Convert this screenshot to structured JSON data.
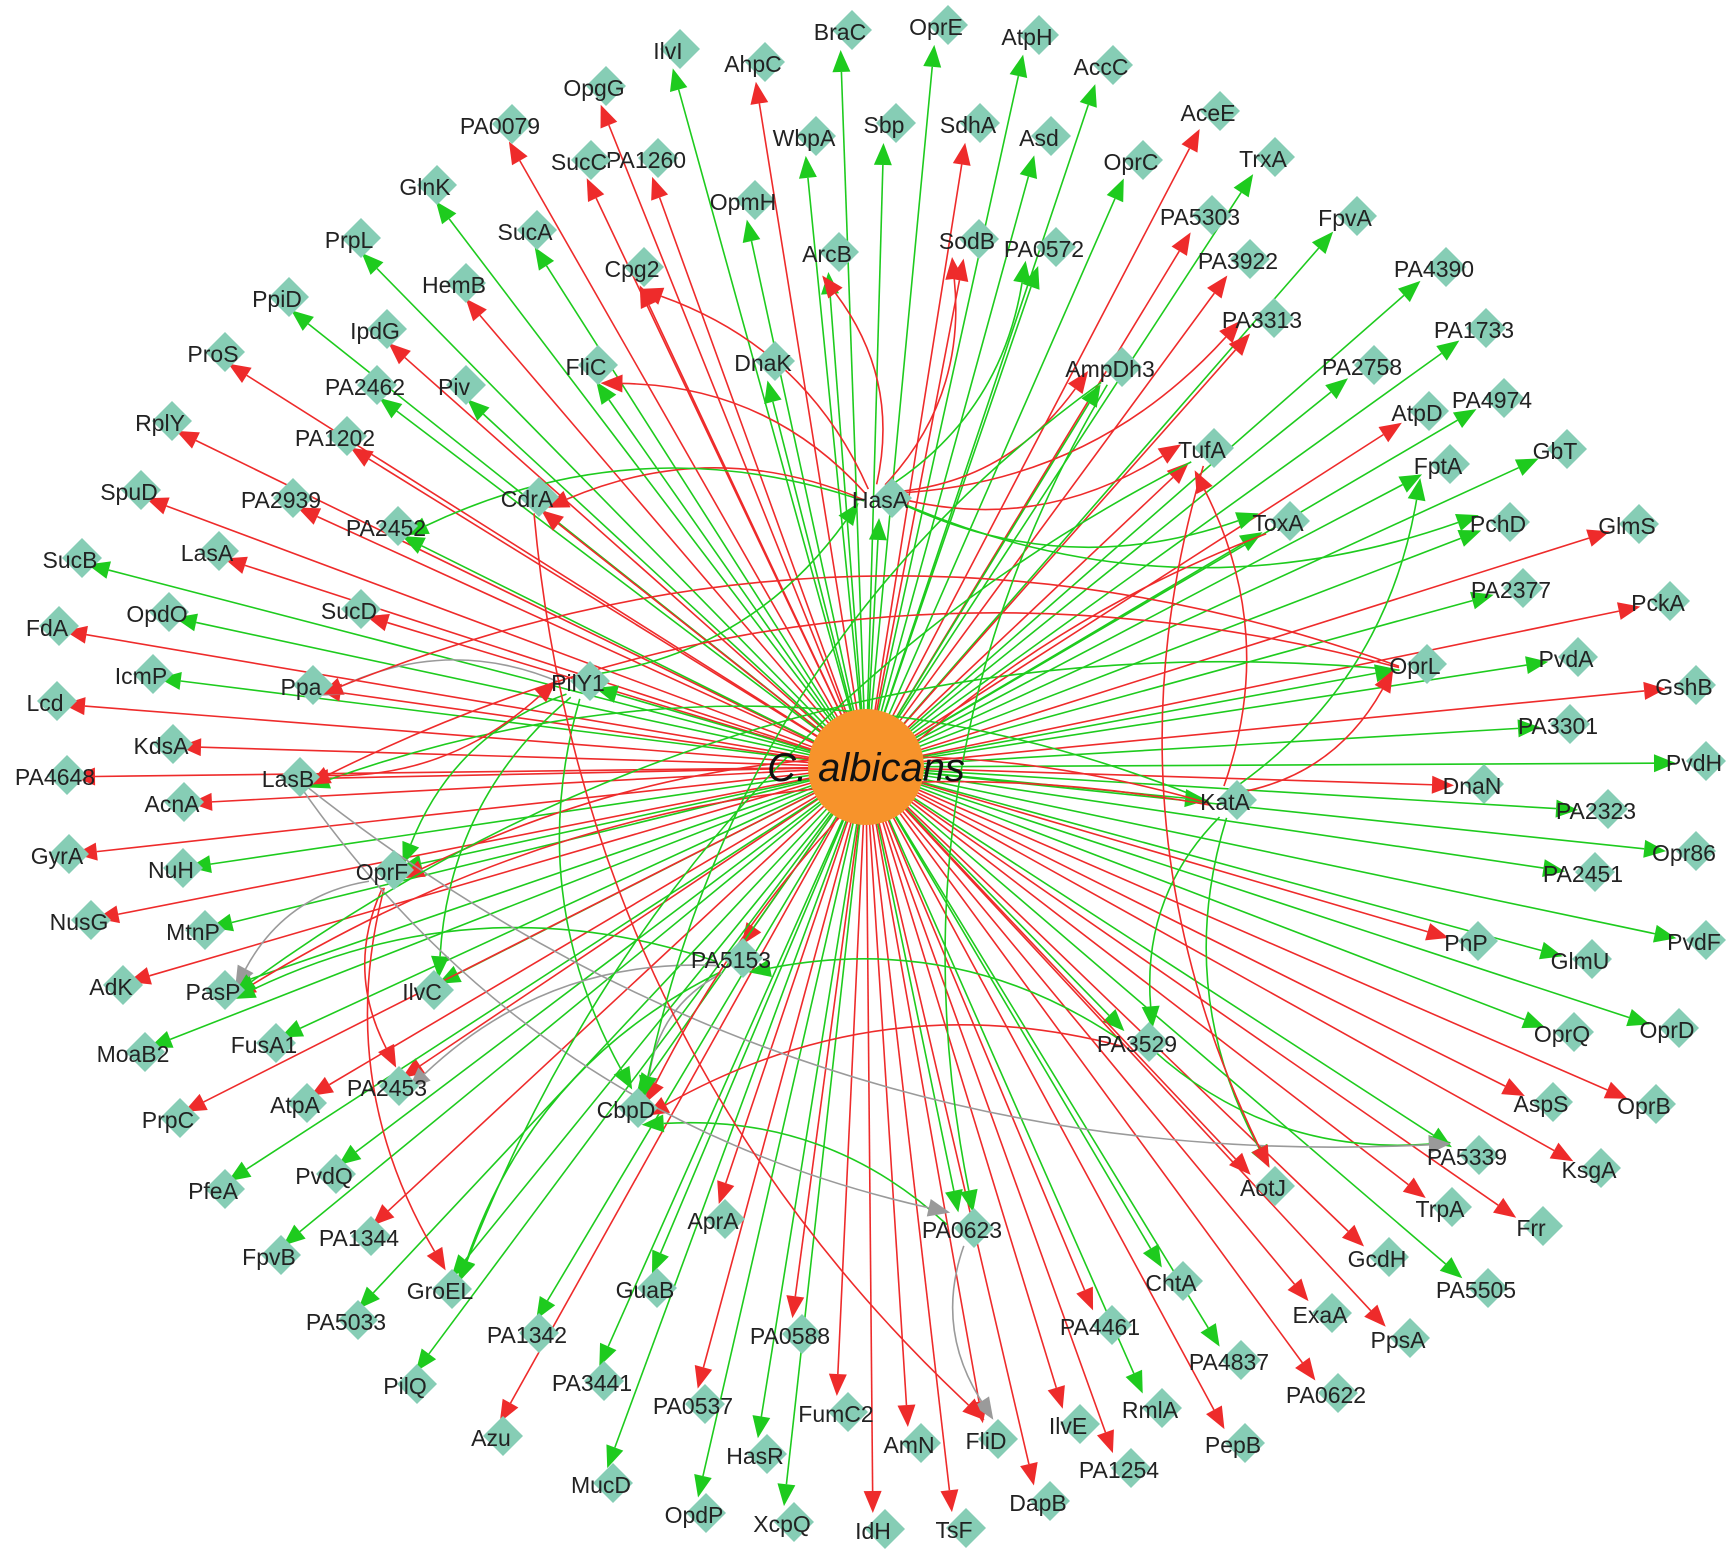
{
  "colors": {
    "up": "#ee2b2b",
    "down": "#1ecb1e",
    "other": "#9a9a9a",
    "hub": "#f7932b",
    "node": "#86cdb5"
  },
  "hub": {
    "label": "C. albicans"
  },
  "nodes": [
    "IlvI",
    "AhpC",
    "BraC",
    "OprE",
    "AtpH",
    "AccC",
    "OpgG",
    "PA0079",
    "PA1260",
    "WbpA",
    "Sbp",
    "SdhA",
    "Asd",
    "AceE",
    "GlnK",
    "SucC",
    "OpmH",
    "ArcB",
    "SodB",
    "OprC",
    "TrxA",
    "PrpL",
    "SucA",
    "Cpg2",
    "PA0572",
    "PA5303",
    "FpvA",
    "PpiD",
    "HemB",
    "IpdG",
    "DnaK",
    "PA3922",
    "PA4390",
    "ProS",
    "PA2462",
    "Piv",
    "FliC",
    "AmpDh3",
    "PA3313",
    "PA1733",
    "RplY",
    "PA1202",
    "PA2758",
    "AtpD",
    "PA4974",
    "SpuD",
    "PA2939",
    "CdrA",
    "HasA",
    "TufA",
    "FptA",
    "GbT",
    "SucB",
    "LasA",
    "PA2452",
    "ToxA",
    "PchD",
    "GlmS",
    "FdA",
    "OpdO",
    "SucD",
    "PA2377",
    "PckA",
    "IcmP",
    "Ppa",
    "PilY1",
    "OprL",
    "PvdA",
    "GshB",
    "Lcd",
    "KdsA",
    "PA3301",
    "PvdH",
    "PA4648",
    "LasB",
    "AcnA",
    "KatA",
    "DnaN",
    "PA2323",
    "GyrA",
    "NuH",
    "Opr86",
    "OprF",
    "PA2451",
    "NusG",
    "MtnP",
    "PvdF",
    "PnP",
    "GlmU",
    "AdK",
    "PasP",
    "PA5153",
    "IlvC",
    "MoaB2",
    "FusA1",
    "OprQ",
    "OprD",
    "PA3529",
    "PrpC",
    "AtpA",
    "PA2453",
    "AspS",
    "OprB",
    "CbpD",
    "PfeA",
    "PvdQ",
    "PA5339",
    "KsgA",
    "AotJ",
    "TrpA",
    "Frr",
    "AprA",
    "PA0623",
    "PA1344",
    "FpvB",
    "GcdH",
    "GroEL",
    "ChtA",
    "PA5505",
    "PA5033",
    "GuaB",
    "PA4461",
    "ExaA",
    "PA1342",
    "PA0588",
    "PA4837",
    "PpsA",
    "PA0622",
    "PA3441",
    "PA0537",
    "PilQ",
    "FumC2",
    "Azu",
    "HasR",
    "AmN",
    "FliD",
    "IlvE",
    "RmlA",
    "PA1254",
    "PepB",
    "MucD",
    "OpdP",
    "XcpQ",
    "IdH",
    "TsF",
    "DapB"
  ],
  "edges": [
    {
      "from": "hub",
      "to": "IlvI",
      "type": "down"
    },
    {
      "from": "hub",
      "to": "AhpC",
      "type": "up"
    },
    {
      "from": "hub",
      "to": "BraC",
      "type": "down"
    },
    {
      "from": "hub",
      "to": "OprE",
      "type": "down"
    },
    {
      "from": "hub",
      "to": "AtpH",
      "type": "down"
    },
    {
      "from": "hub",
      "to": "AccC",
      "type": "down"
    },
    {
      "from": "hub",
      "to": "OpgG",
      "type": "up"
    },
    {
      "from": "hub",
      "to": "PA0079",
      "type": "up"
    },
    {
      "from": "hub",
      "to": "PA1260",
      "type": "up"
    },
    {
      "from": "hub",
      "to": "WbpA",
      "type": "down"
    },
    {
      "from": "hub",
      "to": "Sbp",
      "type": "down"
    },
    {
      "from": "hub",
      "to": "SdhA",
      "type": "up"
    },
    {
      "from": "hub",
      "to": "Asd",
      "type": "down"
    },
    {
      "from": "hub",
      "to": "AceE",
      "type": "up"
    },
    {
      "from": "hub",
      "to": "GlnK",
      "type": "down"
    },
    {
      "from": "hub",
      "to": "SucC",
      "type": "up"
    },
    {
      "from": "hub",
      "to": "OpmH",
      "type": "down"
    },
    {
      "from": "hub",
      "to": "ArcB",
      "type": "down"
    },
    {
      "from": "hub",
      "to": "SodB",
      "type": "up"
    },
    {
      "from": "hub",
      "to": "OprC",
      "type": "down"
    },
    {
      "from": "hub",
      "to": "TrxA",
      "type": "down"
    },
    {
      "from": "hub",
      "to": "PrpL",
      "type": "down"
    },
    {
      "from": "hub",
      "to": "SucA",
      "type": "down"
    },
    {
      "from": "hub",
      "to": "Cpg2",
      "type": "up"
    },
    {
      "from": "hub",
      "to": "PA0572",
      "type": "down"
    },
    {
      "from": "hub",
      "to": "PA5303",
      "type": "up"
    },
    {
      "from": "hub",
      "to": "FpvA",
      "type": "down"
    },
    {
      "from": "hub",
      "to": "PpiD",
      "type": "down"
    },
    {
      "from": "hub",
      "to": "HemB",
      "type": "up"
    },
    {
      "from": "hub",
      "to": "IpdG",
      "type": "up"
    },
    {
      "from": "hub",
      "to": "DnaK",
      "type": "down"
    },
    {
      "from": "hub",
      "to": "PA3922",
      "type": "up"
    },
    {
      "from": "hub",
      "to": "PA4390",
      "type": "down"
    },
    {
      "from": "hub",
      "to": "ProS",
      "type": "up"
    },
    {
      "from": "hub",
      "to": "PA2462",
      "type": "down"
    },
    {
      "from": "hub",
      "to": "Piv",
      "type": "down"
    },
    {
      "from": "hub",
      "to": "FliC",
      "type": "down"
    },
    {
      "from": "hub",
      "to": "AmpDh3",
      "type": "down"
    },
    {
      "from": "hub",
      "to": "PA3313",
      "type": "up"
    },
    {
      "from": "hub",
      "to": "PA1733",
      "type": "down"
    },
    {
      "from": "hub",
      "to": "RplY",
      "type": "up"
    },
    {
      "from": "hub",
      "to": "PA1202",
      "type": "up"
    },
    {
      "from": "hub",
      "to": "PA2758",
      "type": "down"
    },
    {
      "from": "hub",
      "to": "AtpD",
      "type": "up"
    },
    {
      "from": "hub",
      "to": "PA4974",
      "type": "down"
    },
    {
      "from": "hub",
      "to": "SpuD",
      "type": "up"
    },
    {
      "from": "hub",
      "to": "PA2939",
      "type": "up"
    },
    {
      "from": "hub",
      "to": "CdrA",
      "type": "up"
    },
    {
      "from": "hub",
      "to": "HasA",
      "type": "down"
    },
    {
      "from": "hub",
      "to": "TufA",
      "type": "up"
    },
    {
      "from": "hub",
      "to": "FptA",
      "type": "down"
    },
    {
      "from": "hub",
      "to": "GbT",
      "type": "down"
    },
    {
      "from": "hub",
      "to": "SucB",
      "type": "down"
    },
    {
      "from": "hub",
      "to": "LasA",
      "type": "up"
    },
    {
      "from": "hub",
      "to": "PA2452",
      "type": "down"
    },
    {
      "from": "hub",
      "to": "ToxA",
      "type": "down"
    },
    {
      "from": "hub",
      "to": "PchD",
      "type": "down"
    },
    {
      "from": "hub",
      "to": "GlmS",
      "type": "up"
    },
    {
      "from": "hub",
      "to": "FdA",
      "type": "up"
    },
    {
      "from": "hub",
      "to": "OpdO",
      "type": "down"
    },
    {
      "from": "hub",
      "to": "SucD",
      "type": "up"
    },
    {
      "from": "hub",
      "to": "PA2377",
      "type": "down"
    },
    {
      "from": "hub",
      "to": "PckA",
      "type": "up"
    },
    {
      "from": "hub",
      "to": "IcmP",
      "type": "down"
    },
    {
      "from": "hub",
      "to": "Ppa",
      "type": "up"
    },
    {
      "from": "hub",
      "to": "PilY1",
      "type": "down"
    },
    {
      "from": "hub",
      "to": "OprL",
      "type": "down"
    },
    {
      "from": "hub",
      "to": "PvdA",
      "type": "down"
    },
    {
      "from": "hub",
      "to": "GshB",
      "type": "up"
    },
    {
      "from": "hub",
      "to": "Lcd",
      "type": "up"
    },
    {
      "from": "hub",
      "to": "KdsA",
      "type": "up"
    },
    {
      "from": "hub",
      "to": "PA3301",
      "type": "down"
    },
    {
      "from": "hub",
      "to": "PvdH",
      "type": "down"
    },
    {
      "from": "hub",
      "to": "PA4648",
      "type": "up"
    },
    {
      "from": "hub",
      "to": "LasB",
      "type": "up"
    },
    {
      "from": "hub",
      "to": "AcnA",
      "type": "up"
    },
    {
      "from": "hub",
      "to": "KatA",
      "type": "down"
    },
    {
      "from": "hub",
      "to": "DnaN",
      "type": "up"
    },
    {
      "from": "hub",
      "to": "PA2323",
      "type": "down"
    },
    {
      "from": "hub",
      "to": "GyrA",
      "type": "up"
    },
    {
      "from": "hub",
      "to": "NuH",
      "type": "down"
    },
    {
      "from": "hub",
      "to": "Opr86",
      "type": "down"
    },
    {
      "from": "hub",
      "to": "OprF",
      "type": "down"
    },
    {
      "from": "hub",
      "to": "PA2451",
      "type": "down"
    },
    {
      "from": "hub",
      "to": "NusG",
      "type": "up"
    },
    {
      "from": "hub",
      "to": "MtnP",
      "type": "down"
    },
    {
      "from": "hub",
      "to": "PvdF",
      "type": "down"
    },
    {
      "from": "hub",
      "to": "PnP",
      "type": "up"
    },
    {
      "from": "hub",
      "to": "GlmU",
      "type": "down"
    },
    {
      "from": "hub",
      "to": "AdK",
      "type": "up"
    },
    {
      "from": "hub",
      "to": "PasP",
      "type": "down"
    },
    {
      "from": "hub",
      "to": "PA5153",
      "type": "up"
    },
    {
      "from": "hub",
      "to": "IlvC",
      "type": "down"
    },
    {
      "from": "hub",
      "to": "MoaB2",
      "type": "down"
    },
    {
      "from": "hub",
      "to": "FusA1",
      "type": "down"
    },
    {
      "from": "hub",
      "to": "OprQ",
      "type": "down"
    },
    {
      "from": "hub",
      "to": "OprD",
      "type": "down"
    },
    {
      "from": "hub",
      "to": "PA3529",
      "type": "down"
    },
    {
      "from": "hub",
      "to": "PrpC",
      "type": "up"
    },
    {
      "from": "hub",
      "to": "AtpA",
      "type": "up"
    },
    {
      "from": "hub",
      "to": "PA2453",
      "type": "up"
    },
    {
      "from": "hub",
      "to": "AspS",
      "type": "up"
    },
    {
      "from": "hub",
      "to": "OprB",
      "type": "up"
    },
    {
      "from": "hub",
      "to": "CbpD",
      "type": "down"
    },
    {
      "from": "hub",
      "to": "PfeA",
      "type": "down"
    },
    {
      "from": "hub",
      "to": "PvdQ",
      "type": "down"
    },
    {
      "from": "hub",
      "to": "PA5339",
      "type": "down"
    },
    {
      "from": "hub",
      "to": "KsgA",
      "type": "up"
    },
    {
      "from": "hub",
      "to": "AotJ",
      "type": "up"
    },
    {
      "from": "hub",
      "to": "TrpA",
      "type": "up"
    },
    {
      "from": "hub",
      "to": "Frr",
      "type": "up"
    },
    {
      "from": "hub",
      "to": "AprA",
      "type": "up"
    },
    {
      "from": "hub",
      "to": "PA0623",
      "type": "down"
    },
    {
      "from": "hub",
      "to": "PA1344",
      "type": "up"
    },
    {
      "from": "hub",
      "to": "FpvB",
      "type": "down"
    },
    {
      "from": "hub",
      "to": "GcdH",
      "type": "up"
    },
    {
      "from": "hub",
      "to": "GroEL",
      "type": "down"
    },
    {
      "from": "hub",
      "to": "ChtA",
      "type": "down"
    },
    {
      "from": "hub",
      "to": "PA5505",
      "type": "down"
    },
    {
      "from": "hub",
      "to": "PA5033",
      "type": "down"
    },
    {
      "from": "hub",
      "to": "GuaB",
      "type": "down"
    },
    {
      "from": "hub",
      "to": "PA4461",
      "type": "up"
    },
    {
      "from": "hub",
      "to": "ExaA",
      "type": "up"
    },
    {
      "from": "hub",
      "to": "PA1342",
      "type": "down"
    },
    {
      "from": "hub",
      "to": "PA0588",
      "type": "up"
    },
    {
      "from": "hub",
      "to": "PA4837",
      "type": "down"
    },
    {
      "from": "hub",
      "to": "PpsA",
      "type": "up"
    },
    {
      "from": "hub",
      "to": "PA0622",
      "type": "up"
    },
    {
      "from": "hub",
      "to": "PA3441",
      "type": "down"
    },
    {
      "from": "hub",
      "to": "PA0537",
      "type": "up"
    },
    {
      "from": "hub",
      "to": "PilQ",
      "type": "down"
    },
    {
      "from": "hub",
      "to": "FumC2",
      "type": "up"
    },
    {
      "from": "hub",
      "to": "Azu",
      "type": "up"
    },
    {
      "from": "hub",
      "to": "HasR",
      "type": "down"
    },
    {
      "from": "hub",
      "to": "AmN",
      "type": "up"
    },
    {
      "from": "hub",
      "to": "FliD",
      "type": "up"
    },
    {
      "from": "hub",
      "to": "IlvE",
      "type": "up"
    },
    {
      "from": "hub",
      "to": "RmlA",
      "type": "down"
    },
    {
      "from": "hub",
      "to": "PA1254",
      "type": "up"
    },
    {
      "from": "hub",
      "to": "PepB",
      "type": "up"
    },
    {
      "from": "hub",
      "to": "MucD",
      "type": "down"
    },
    {
      "from": "hub",
      "to": "OpdP",
      "type": "down"
    },
    {
      "from": "hub",
      "to": "XcpQ",
      "type": "down"
    },
    {
      "from": "hub",
      "to": "IdH",
      "type": "up"
    },
    {
      "from": "hub",
      "to": "TsF",
      "type": "up"
    },
    {
      "from": "hub",
      "to": "DapB",
      "type": "up"
    },
    {
      "from": "HasA",
      "to": "SodB",
      "type": "up"
    },
    {
      "from": "HasA",
      "to": "ArcB",
      "type": "up"
    },
    {
      "from": "HasA",
      "to": "PA0572",
      "type": "down"
    },
    {
      "from": "HasA",
      "to": "AmpDh3",
      "type": "up"
    },
    {
      "from": "HasA",
      "to": "PA3313",
      "type": "up"
    },
    {
      "from": "HasA",
      "to": "Cpg2",
      "type": "up"
    },
    {
      "from": "HasA",
      "to": "FliC",
      "type": "up"
    },
    {
      "from": "HasA",
      "to": "ToxA",
      "type": "down"
    },
    {
      "from": "HasA",
      "to": "CdrA",
      "type": "up"
    },
    {
      "from": "HasA",
      "to": "TufA",
      "type": "up"
    },
    {
      "from": "HasA",
      "to": "PA2452",
      "type": "down"
    },
    {
      "from": "HasA",
      "to": "PchD",
      "type": "down"
    },
    {
      "from": "KatA",
      "to": "OprL",
      "type": "up"
    },
    {
      "from": "KatA",
      "to": "FptA",
      "type": "down"
    },
    {
      "from": "KatA",
      "to": "TufA",
      "type": "up"
    },
    {
      "from": "KatA",
      "to": "PA3529",
      "type": "down"
    },
    {
      "from": "KatA",
      "to": "PasP",
      "type": "up"
    },
    {
      "from": "KatA",
      "to": "AotJ",
      "type": "down"
    },
    {
      "from": "KatA",
      "to": "OprF",
      "type": "up"
    },
    {
      "from": "KatA",
      "to": "LasB",
      "type": "down"
    },
    {
      "from": "PilY1",
      "to": "Ppa",
      "type": "other"
    },
    {
      "from": "PilY1",
      "to": "IlvC",
      "type": "down"
    },
    {
      "from": "PilY1",
      "to": "CbpD",
      "type": "down"
    },
    {
      "from": "PilY1",
      "to": "HasA",
      "type": "down"
    },
    {
      "from": "PilY1",
      "to": "OprF",
      "type": "down"
    },
    {
      "from": "OprF",
      "to": "PasP",
      "type": "other"
    },
    {
      "from": "OprF",
      "to": "PA2453",
      "type": "up"
    },
    {
      "from": "OprF",
      "to": "GroEL",
      "type": "up"
    },
    {
      "from": "PA5153",
      "to": "CbpD",
      "type": "other"
    },
    {
      "from": "PA5153",
      "to": "PA2453",
      "type": "other"
    },
    {
      "from": "PA5153",
      "to": "GroEL",
      "type": "down"
    },
    {
      "from": "PA5153",
      "to": "PasP",
      "type": "down"
    },
    {
      "from": "PA0623",
      "to": "FliD",
      "type": "other"
    },
    {
      "from": "PA0623",
      "to": "CbpD",
      "type": "down"
    },
    {
      "from": "PA3529",
      "to": "PA5339",
      "type": "down"
    },
    {
      "from": "PA3529",
      "to": "CbpD",
      "type": "up"
    },
    {
      "from": "PA3529",
      "to": "PA5153",
      "type": "down"
    },
    {
      "from": "LasB",
      "to": "PA5339",
      "type": "other"
    },
    {
      "from": "LasB",
      "to": "PA0623",
      "type": "other"
    },
    {
      "from": "LasB",
      "to": "PilY1",
      "type": "up"
    },
    {
      "from": "OprL",
      "to": "Ppa",
      "type": "up"
    },
    {
      "from": "OprL",
      "to": "LasB",
      "type": "up"
    },
    {
      "from": "OprL",
      "to": "PasP",
      "type": "down"
    },
    {
      "from": "CdrA",
      "to": "FliD",
      "type": "up"
    },
    {
      "from": "ToxA",
      "to": "CbpD",
      "type": "up"
    },
    {
      "from": "AmpDh3",
      "to": "CbpD",
      "type": "down"
    },
    {
      "from": "AmpDh3",
      "to": "PA0623",
      "type": "down"
    },
    {
      "from": "TufA",
      "to": "GroEL",
      "type": "down"
    },
    {
      "from": "TufA",
      "to": "AotJ",
      "type": "up"
    }
  ]
}
